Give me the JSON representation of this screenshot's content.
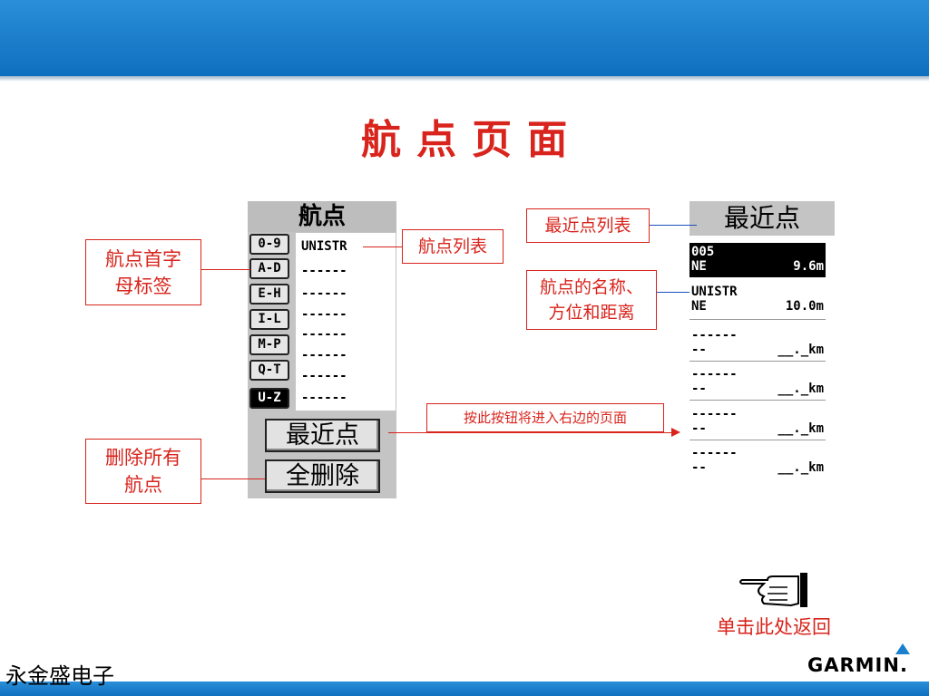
{
  "slide": {
    "title": "航  点  页  面",
    "company": "永金盛电子",
    "brand": "GARMIN.",
    "back_link": "单击此处返回"
  },
  "waypoint_screen": {
    "title": "航点",
    "tabs": [
      "0-9",
      "A-D",
      "E-H",
      "I-L",
      "M-P",
      "Q-T",
      "U-Z"
    ],
    "selected_tab": "U-Z",
    "list": [
      "UNISTR",
      "------",
      "------",
      "------",
      "------",
      "------",
      "------",
      "------"
    ],
    "nearest_button": "最近点",
    "delete_all_button": "全删除"
  },
  "nearest_screen": {
    "title": "最近点",
    "rows": [
      {
        "name": "005",
        "bearing": "NE",
        "distance": "9.6m",
        "selected": true
      },
      {
        "name": "UNISTR",
        "bearing": "NE",
        "distance": "10.0m",
        "selected": false
      },
      {
        "name": "------",
        "bearing": "--",
        "distance": "__._km",
        "selected": false
      },
      {
        "name": "------",
        "bearing": "--",
        "distance": "__._km",
        "selected": false
      },
      {
        "name": "------",
        "bearing": "--",
        "distance": "__._km",
        "selected": false
      },
      {
        "name": "------",
        "bearing": "--",
        "distance": "__._km",
        "selected": false
      }
    ]
  },
  "callouts": {
    "tabs_label": "航点首字\n母标签",
    "list_label": "航点列表",
    "delete_label": "删除所有\n航点",
    "nearest_list_label": "最近点列表",
    "name_label": "航点的名称、\n方位和距离",
    "button_label": "按此按钮将进入右边的页面"
  },
  "colors": {
    "accent_red": "#d8241c",
    "bar_blue": "#1a7fcc",
    "connector_blue": "#1a4fbf"
  }
}
